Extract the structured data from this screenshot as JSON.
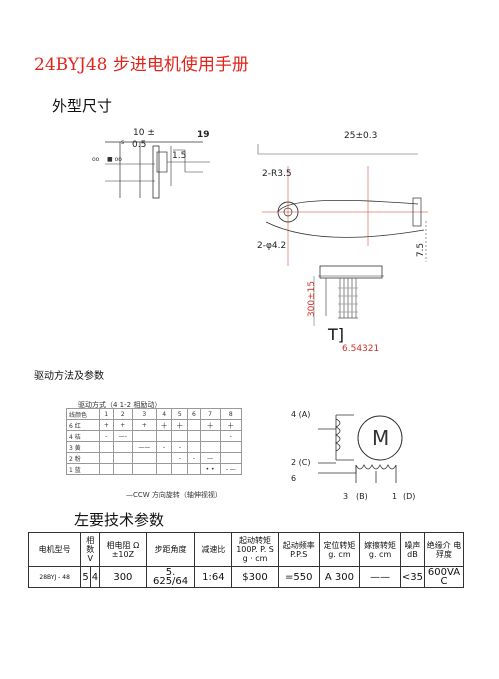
{
  "title": "24BYJ48 步进电机使用手册",
  "sections": {
    "outline": "外型尺寸",
    "drive": "驱动方法及参数",
    "tech": "左要技术参数"
  },
  "drawing": {
    "dim_10": "10 ±",
    "dim_19": "19",
    "dim_05": "0.5",
    "dim_15": "1.5",
    "dim_25": "25±0.3",
    "dim_r35": "2-R3.5",
    "dim_phi42": "2-φ4.2",
    "dim_300": "300±15",
    "dim_75": "7.5",
    "mark_t": "T]",
    "mark_654": "6.54321",
    "stub_s": "s",
    "stub_oo": "oo",
    "stub_noo": "■ oo"
  },
  "drive_table": {
    "caption": "驱动方式（4 1-2 相励动）",
    "header": [
      "线颜色",
      "1",
      "2",
      "3",
      "4",
      "5",
      "6",
      "7",
      "8"
    ],
    "rows": [
      [
        "6 红",
        "+",
        "+",
        "+",
        "十",
        "十",
        "",
        "十",
        "十"
      ],
      [
        "4 桔",
        "-",
        "—-",
        "",
        "",
        "",
        "",
        "",
        "-"
      ],
      [
        "3 黄",
        "",
        "",
        "——",
        "-",
        "-",
        "",
        "",
        ""
      ],
      [
        "2 粉",
        "",
        "",
        "",
        "",
        "-",
        "-",
        "—",
        ""
      ],
      [
        "1 蓝",
        "",
        "",
        "",
        "",
        "",
        "",
        "• •",
        "- —"
      ]
    ],
    "footnote": "—CCW 方向旋转（轴伸视视）"
  },
  "wiring": {
    "pin4": "4 (A)",
    "pin2": "2 (C)",
    "pin6": "6",
    "pin3": "3",
    "pinB": "(B)",
    "pin1": "1",
    "pinD": "(D)",
    "motor": "M"
  },
  "spec_table": {
    "header": [
      "电机型号",
      "相数 V",
      "相电阻 Ω ±10Z",
      "步距角度",
      "减速比",
      "起动转矩 100P. P. S g · cm",
      "起动频率 P.P.S",
      "定位转矩 g. cm",
      "嫁擦转矩 g. cm",
      "噪声 dB",
      "绝缘介 电殍度"
    ],
    "row": [
      "28BYJ - 48",
      "5",
      "4",
      "300",
      "5. 625/64",
      "1:64",
      "$300",
      "=550",
      "A 300",
      "——",
      "<35",
      "600VA C"
    ]
  }
}
